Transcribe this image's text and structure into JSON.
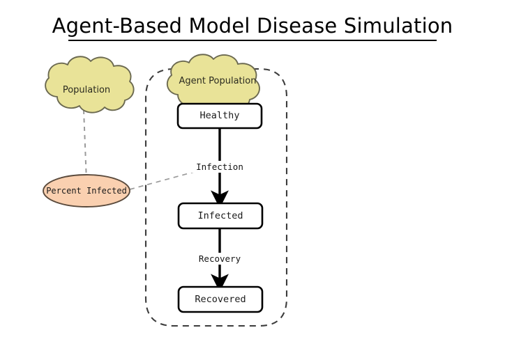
{
  "title": "Agent-Based Model Disease Simulation",
  "colors": {
    "cloud_fill": "#e9e398",
    "cloud_stroke": "#6b6950",
    "ellipse_fill": "#fad0b0",
    "ellipse_stroke": "#5a4a3c",
    "box_fill": "#ffffff",
    "box_stroke": "#000000",
    "arrow": "#000000",
    "dashed_gray": "#9a9a9a",
    "container_stroke": "#3c3c3c",
    "background": "#ffffff",
    "text": "#000000"
  },
  "clouds": [
    {
      "id": "population",
      "label": "Population"
    },
    {
      "id": "agent-population",
      "label": "Agent Population"
    }
  ],
  "ellipses": [
    {
      "id": "percent-infected",
      "label": "Percent Infected"
    }
  ],
  "states": [
    {
      "id": "healthy",
      "label": "Healthy"
    },
    {
      "id": "infected",
      "label": "Infected"
    },
    {
      "id": "recovered",
      "label": "Recovered"
    }
  ],
  "transitions": [
    {
      "id": "infection",
      "label": "Infection",
      "from": "healthy",
      "to": "infected"
    },
    {
      "id": "recovery",
      "label": "Recovery",
      "from": "infected",
      "to": "recovered"
    }
  ],
  "links": [
    {
      "id": "population-to-percent-infected",
      "style": "dashed",
      "from": "population",
      "to": "percent-infected",
      "arrow": true
    },
    {
      "id": "percent-infected-to-infection",
      "style": "dashed",
      "from": "percent-infected",
      "to": "infection",
      "arrow": false
    }
  ],
  "container": {
    "id": "agent-population-container",
    "style": "dashed-rounded"
  }
}
